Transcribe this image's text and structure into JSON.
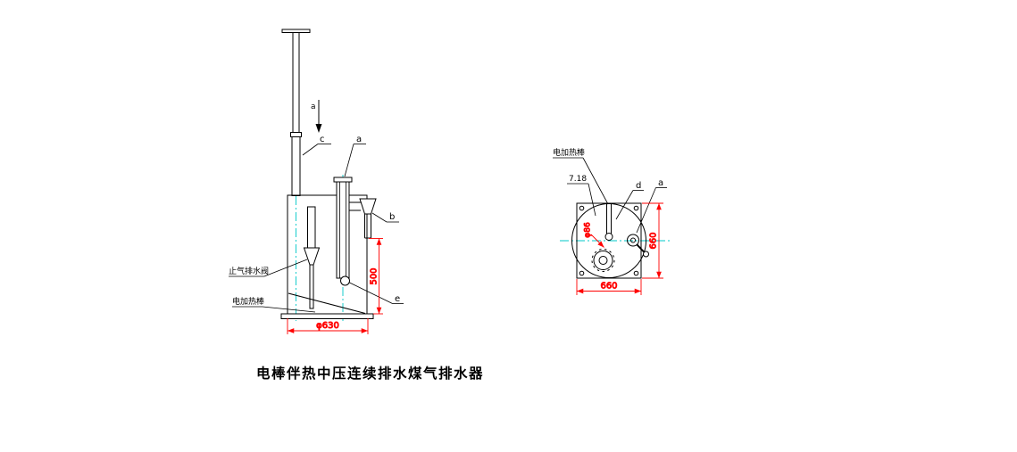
{
  "caption": "电棒伴热中压连续排水煤气排水器",
  "front_view": {
    "flow_label": "a",
    "label_c": "c",
    "label_a": "a",
    "label_b": "b",
    "label_e": "e",
    "label_stop_valve": "止气排水阀",
    "label_heater": "电加热棒",
    "dim_height": "500",
    "dim_diameter": "φ630"
  },
  "top_view": {
    "label_heater": "电加热棒",
    "label_detail": "7.18",
    "label_d": "d",
    "label_a": "a",
    "label_phi": "φ86",
    "dim_width": "660",
    "dim_height": "660"
  },
  "colors": {
    "line": "#000000",
    "dimension": "#ff0000",
    "centerline": "#00c8c8",
    "background": "#ffffff"
  }
}
